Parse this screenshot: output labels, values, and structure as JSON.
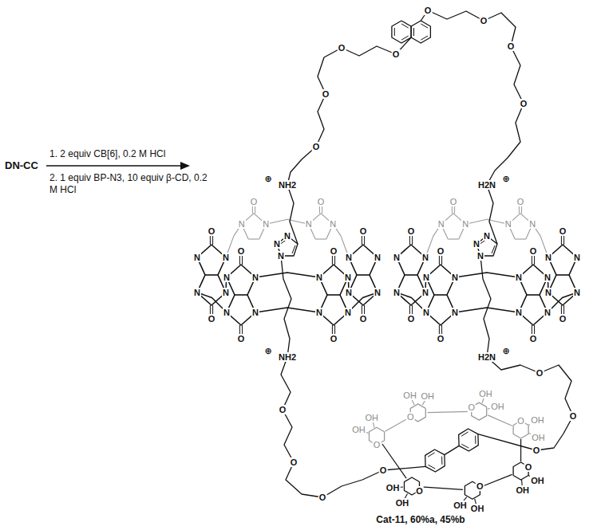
{
  "diagram": {
    "labels": [
      "DN-CC",
      "1. 2 equiv CB[6], 0.2 M HCl",
      "2. 1 equiv BP-N3, 10 equiv β-CD, 0.2 M HCl",
      "O",
      "N",
      "N",
      "O",
      "N",
      "N",
      "O",
      "O",
      "N",
      "N",
      "N",
      "N",
      "O",
      "O",
      "N",
      "N",
      "N",
      "N",
      "O",
      "O",
      "N",
      "N",
      "N",
      "N",
      "O",
      "O",
      "N",
      "N",
      "N",
      "N",
      "O",
      "N",
      "N",
      "O",
      "N",
      "N",
      "O",
      "O",
      "N",
      "N",
      "N",
      "N",
      "O",
      "O",
      "N",
      "N",
      "N",
      "N",
      "O",
      "O",
      "N",
      "N",
      "N",
      "N",
      "O",
      "O",
      "N",
      "N",
      "N",
      "N",
      "NH2",
      "⊕",
      "N",
      "N",
      "N",
      "NH2",
      "⊕",
      "H2N",
      "⊕",
      "N",
      "N",
      "N",
      "H2N",
      "⊕",
      "O",
      "O",
      "O",
      "O",
      "O",
      "O",
      "O",
      "O",
      "O",
      "O",
      "O",
      "O",
      "O",
      "O",
      "O",
      "O",
      "OH",
      "OH",
      "O",
      "OH",
      "OH",
      "O",
      "OH",
      "OH",
      "O",
      "OH",
      "OH",
      "O",
      "OH",
      "OH",
      "O",
      "OH",
      "OH",
      "O",
      "OH",
      "OH",
      "Cat-11, 60%a, 45%b"
    ]
  }
}
